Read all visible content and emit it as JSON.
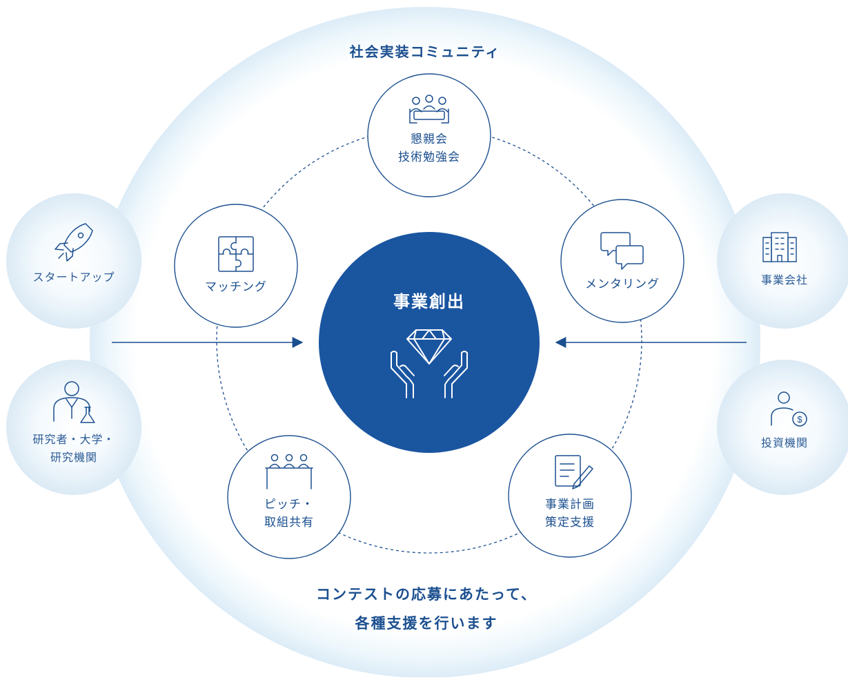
{
  "colors": {
    "primary": "#1a55a0",
    "line": "#1b4f8f",
    "glow": "#e7f3fb"
  },
  "community_title": "社会実装コミュニティ",
  "center": {
    "label": "事業創出",
    "icon": "hands-diamond-icon"
  },
  "support_nodes": [
    {
      "id": "meeting",
      "lines": [
        "懇親会",
        "技術勉強会"
      ],
      "icon": "meeting-icon"
    },
    {
      "id": "matching",
      "lines": [
        "マッチング"
      ],
      "icon": "puzzle-icon"
    },
    {
      "id": "mentoring",
      "lines": [
        "メンタリング"
      ],
      "icon": "chat-bubbles-icon"
    },
    {
      "id": "pitch",
      "lines": [
        "ピッチ・",
        "取組共有"
      ],
      "icon": "audience-icon"
    },
    {
      "id": "business-plan",
      "lines": [
        "事業計画",
        "策定支援"
      ],
      "icon": "document-pen-icon"
    }
  ],
  "left_participants": [
    {
      "id": "startup",
      "lines": [
        "スタートアップ"
      ],
      "icon": "rocket-icon"
    },
    {
      "id": "researcher",
      "lines": [
        "研究者・大学・",
        "研究機関"
      ],
      "icon": "researcher-icon"
    }
  ],
  "right_participants": [
    {
      "id": "company",
      "lines": [
        "事業会社"
      ],
      "icon": "building-icon"
    },
    {
      "id": "investor",
      "lines": [
        "投資機関"
      ],
      "icon": "investor-icon"
    }
  ],
  "footer_lines": [
    "コンテストの応募にあたって、",
    "各種支援を行います"
  ]
}
